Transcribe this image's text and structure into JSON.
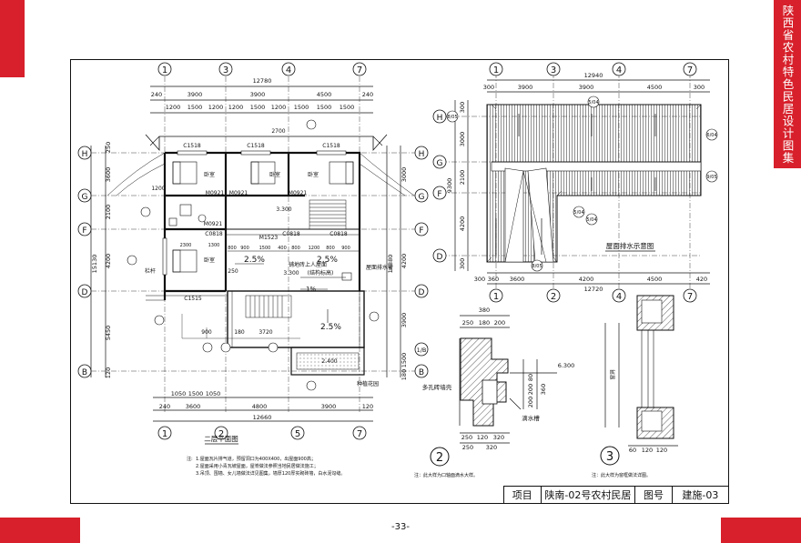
{
  "side_title": "陕西省农村特色民居设计图集",
  "page_number": "-33-",
  "title_block": {
    "project_label": "项目",
    "project_name": "陕南-02号农村民居",
    "drawing_no_label": "图号",
    "drawing_no": "建施-03"
  },
  "plan": {
    "title": "二层平面图",
    "axis_top": [
      "1",
      "3",
      "4",
      "7"
    ],
    "axis_bottom": [
      "1",
      "2",
      "5",
      "7"
    ],
    "axis_left": [
      "H",
      "G",
      "F",
      "D",
      "B"
    ],
    "axis_right": [
      "H",
      "G",
      "F",
      "D",
      "1/B",
      "B"
    ],
    "top_total": "12780",
    "top_dims": [
      "240",
      "3900",
      "3900",
      "4500",
      "240"
    ],
    "top_sub_dims": [
      "1200",
      "1500",
      "1200",
      "1200",
      "1500",
      "1200",
      "1500",
      "1500",
      "1500"
    ],
    "bottom_sub_dims": [
      "1050",
      "1500",
      "1050"
    ],
    "bottom_dims": [
      "240",
      "3600",
      "4800",
      "3900",
      "120"
    ],
    "bottom_total": "12660",
    "left_total": "15130",
    "left_dims": [
      "250",
      "3600",
      "2100",
      "4200",
      "5450",
      "120"
    ],
    "right_total": "14880",
    "right_dims": [
      "3000",
      "4200",
      "3900",
      "1500",
      "180"
    ],
    "windows": [
      "C1518",
      "C1518",
      "C1518",
      "C0818",
      "C0818",
      "C0818",
      "C1515"
    ],
    "doors": [
      "M0921",
      "M0921",
      "M0921",
      "M0921",
      "M1523"
    ],
    "rooms": [
      "卧室",
      "卧室",
      "卧室",
      "卧室"
    ],
    "elev_stair": "3.300",
    "elev_balcony": "3.300",
    "elev_balcony_note": "(结构标高)",
    "elev_lower": "2.400",
    "slope1": "2.5%",
    "slope2": "2.5%",
    "slope3": "2.5%",
    "slope_small": "1%",
    "inner_dims": [
      "2300",
      "1300",
      "800",
      "900",
      "1500",
      "400",
      "800",
      "1200",
      "800",
      "900"
    ],
    "lower_dims": [
      "180",
      "900",
      "3720"
    ],
    "misc_dims": [
      "2700",
      "1200",
      "250"
    ],
    "note_balcony": "铺地砖上人屋面",
    "note_drain": "屋面排水管",
    "note_planter": "种植花园",
    "note_railing": "栏杆",
    "notes_heading": "注:",
    "notes": [
      "1.屋面瓦片排气道，预留洞口为400X400，出屋面900高；",
      "2.屋面采用小青瓦坡屋面，屋脊做法参照当地民居做法施工；",
      "3.吊顶、围墙、女儿墙做法详见图集，墙厚120厚实砌砖墙，白水泥勾缝。"
    ]
  },
  "roof": {
    "title": "屋面排水示意图",
    "axis_top": [
      "1",
      "3",
      "4",
      "7"
    ],
    "axis_bottom": [
      "1",
      "2",
      "4",
      "7"
    ],
    "axis_left": [
      "H",
      "G",
      "F",
      "D"
    ],
    "top_total": "12940",
    "top_dims": [
      "300",
      "3900",
      "3900",
      "4500",
      "300"
    ],
    "bottom_dims": [
      "300",
      "360",
      "3600",
      "4200",
      "4500",
      "420"
    ],
    "bottom_total": "12720",
    "left_dims": [
      "300",
      "3000",
      "2100",
      "4200",
      "300"
    ],
    "left_total": "9300",
    "callouts": [
      "5/04",
      "6/04",
      "9/05",
      "8/05",
      "5/04",
      "5/04",
      "8/05"
    ]
  },
  "detail2": {
    "number": "2",
    "dims_top": [
      "380",
      "250",
      "180",
      "200"
    ],
    "dims_bottom": [
      "250",
      "120",
      "320"
    ],
    "dims_bottom2": [
      "250",
      "320"
    ],
    "dims_side": [
      "80",
      "200",
      "200",
      "360"
    ],
    "elev": "6.300",
    "label_wall": "多孔砖墙壳",
    "label_drip": "滴水槽",
    "note": "注：此大样为口轴面滴水大样。"
  },
  "detail3": {
    "number": "3",
    "dims_bottom": [
      "60",
      "120",
      "120"
    ],
    "label_side": "窗洞",
    "note": "注：此大样为窗框做法详图。"
  }
}
